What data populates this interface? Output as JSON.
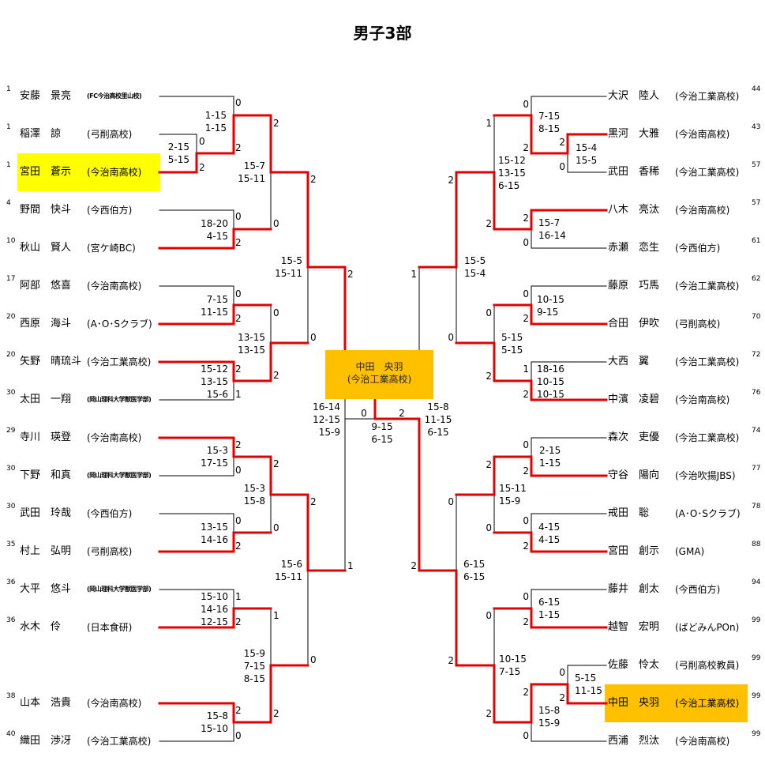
{
  "title": "男子3部",
  "colors": {
    "winner_line": "#E30000",
    "line": "#000000",
    "finalist_highlight": "#FFFF00",
    "champion_highlight": "#FFC000"
  },
  "champion": {
    "name": "中田　央羽",
    "school": "(今治工業高校)"
  },
  "left_players": [
    {
      "seed": "1",
      "name": "安藤　景亮",
      "school": "(FC今治高校里山校)"
    },
    {
      "seed": "1",
      "name": "稲澤　諒",
      "school": "(弓削高校)"
    },
    {
      "seed": "1",
      "name": "宮田　蒼示",
      "school": "(今治南高校)",
      "highlight": true
    },
    {
      "seed": "4",
      "name": "野間　快斗",
      "school": "(今西伯方)"
    },
    {
      "seed": "10",
      "name": "秋山　賢人",
      "school": "(宮ケ崎BC)"
    },
    {
      "seed": "17",
      "name": "阿部　悠喜",
      "school": "(今治南高校)"
    },
    {
      "seed": "20",
      "name": "西原　海斗",
      "school": "(A･O･Sクラブ)"
    },
    {
      "seed": "20",
      "name": "矢野　晴琉斗",
      "school": "(今治工業高校)"
    },
    {
      "seed": "30",
      "name": "太田　一翔",
      "school": "(岡山理科大学獣医学部)"
    },
    {
      "seed": "29",
      "name": "寺川　瑛登",
      "school": "(今治南高校)"
    },
    {
      "seed": "30",
      "name": "下野　和真",
      "school": "(岡山理科大学獣医学部)"
    },
    {
      "seed": "30",
      "name": "武田　玲哉",
      "school": "(今西伯方)"
    },
    {
      "seed": "35",
      "name": "村上　弘明",
      "school": "(弓削高校)"
    },
    {
      "seed": "36",
      "name": "大平　悠斗",
      "school": "(岡山理科大学獣医学部)"
    },
    {
      "seed": "36",
      "name": "水木　伶",
      "school": "(日本食研)"
    },
    {
      "seed": "38",
      "name": "山本　浩貴",
      "school": "(今治南高校)"
    },
    {
      "seed": "40",
      "name": "織田　渉冴",
      "school": "(今治工業高校)"
    }
  ],
  "right_players": [
    {
      "seed": "44",
      "name": "大沢　陸人",
      "school": "(今治工業高校)"
    },
    {
      "seed": "43",
      "name": "黒河　大雅",
      "school": "(今治南高校)"
    },
    {
      "seed": "57",
      "name": "武田　香稀",
      "school": "(今治工業高校)"
    },
    {
      "seed": "57",
      "name": "八木　亮汰",
      "school": "(今治南高校)"
    },
    {
      "seed": "61",
      "name": "赤瀬　恋生",
      "school": "(今西伯方)"
    },
    {
      "seed": "62",
      "name": "藤原　巧馬",
      "school": "(今治工業高校)"
    },
    {
      "seed": "70",
      "name": "合田　伊吹",
      "school": "(弓削高校)"
    },
    {
      "seed": "72",
      "name": "大西　翼",
      "school": "(今治工業高校)"
    },
    {
      "seed": "76",
      "name": "中濱　凌碧",
      "school": "(今治南高校)"
    },
    {
      "seed": "74",
      "name": "森次　吏優",
      "school": "(今治工業高校)"
    },
    {
      "seed": "77",
      "name": "守谷　陽向",
      "school": "(今治吹揚JBS)"
    },
    {
      "seed": "78",
      "name": "戒田　聡",
      "school": "(A･O･Sクラブ)"
    },
    {
      "seed": "88",
      "name": "宮田　創示",
      "school": "(GMA)"
    },
    {
      "seed": "94",
      "name": "藤井　創太",
      "school": "(今西伯方)"
    },
    {
      "seed": "99",
      "name": "越智　宏明",
      "school": "(ばどみんPOn)"
    },
    {
      "seed": "99",
      "name": "佐藤　怜太",
      "school": "(弓削高校教員)"
    },
    {
      "seed": "99",
      "name": "中田　央羽",
      "school": "(今治工業高校)",
      "highlight": true
    },
    {
      "seed": "99",
      "name": "西浦　烈汰",
      "school": "(今治南高校)"
    }
  ],
  "scores": [
    "0",
    "1-15\n1-15",
    "0",
    "2",
    "2-15\n5-15",
    "2",
    "2",
    "15-7\n15-11",
    "0",
    "18-20\n4-15",
    "2",
    "0",
    "2",
    "15-5\n15-11",
    "2",
    "0",
    "7-15\n11-15",
    "2",
    "0",
    "13-15\n13-15",
    "0",
    "2",
    "15-12\n13-15\n15-6",
    "1",
    "2",
    "16-14\n12-15\n15-9",
    "2",
    "15-3\n17-15",
    "0",
    "2",
    "15-3\n15-8",
    "2",
    "0",
    "13-15\n14-16",
    "2",
    "0",
    "15-6\n15-11",
    "1",
    "1",
    "15-10\n14-16\n12-15",
    "2",
    "1",
    "15-9\n7-15\n8-15",
    "0",
    "2",
    "15-8\n15-10",
    "0",
    "2",
    "0",
    "2",
    "9-15\n6-15",
    "15-8\n11-15\n6-15",
    "0",
    "7-15\n8-15",
    "1",
    "2",
    "2",
    "15-4\n15-5",
    "0",
    "15-12\n13-15\n6-15",
    "2",
    "2",
    "15-7\n16-14",
    "0",
    "2",
    "1",
    "15-5\n15-4",
    "0",
    "10-15\n9-15",
    "2",
    "0",
    "0",
    "5-15\n5-15",
    "2",
    "1",
    "18-16\n10-15\n10-15",
    "2",
    "0",
    "2-15\n1-15",
    "2",
    "2",
    "15-11\n15-9",
    "0",
    "0",
    "4-15\n4-15",
    "2",
    "0",
    "2",
    "6-15\n6-15",
    "0",
    "6-15\n1-15",
    "2",
    "0",
    "2",
    "10-15\n7-15",
    "0",
    "5-15\n11-15",
    "2",
    "2",
    "2",
    "15-8\n15-9",
    "0"
  ]
}
